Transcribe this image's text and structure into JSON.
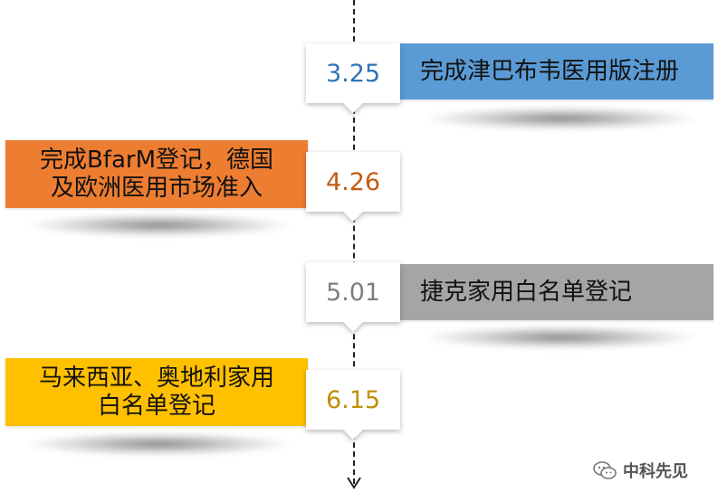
{
  "events": [
    {
      "date": "3.25",
      "text": "完成津巴布韦医用版注册",
      "side": "right",
      "color": "#5b9bd5",
      "date_color": "#2e75b6"
    },
    {
      "date": "4.26",
      "text": "完成BfarM登记，德国\n及欧洲医用市场准入",
      "side": "left",
      "color": "#ed7d31",
      "date_color": "#c55a11"
    },
    {
      "date": "5.01",
      "text": "捷克家用白名单登记",
      "side": "right",
      "color": "#a5a5a5",
      "date_color": "#7f7f7f"
    },
    {
      "date": "6.15",
      "text": "马来西亚、奥地利家用\n白名单登记",
      "side": "left",
      "color": "#ffc000",
      "date_color": "#bf9000"
    }
  ],
  "watermark": {
    "text": "中科先见",
    "icon": "wechat-icon"
  }
}
